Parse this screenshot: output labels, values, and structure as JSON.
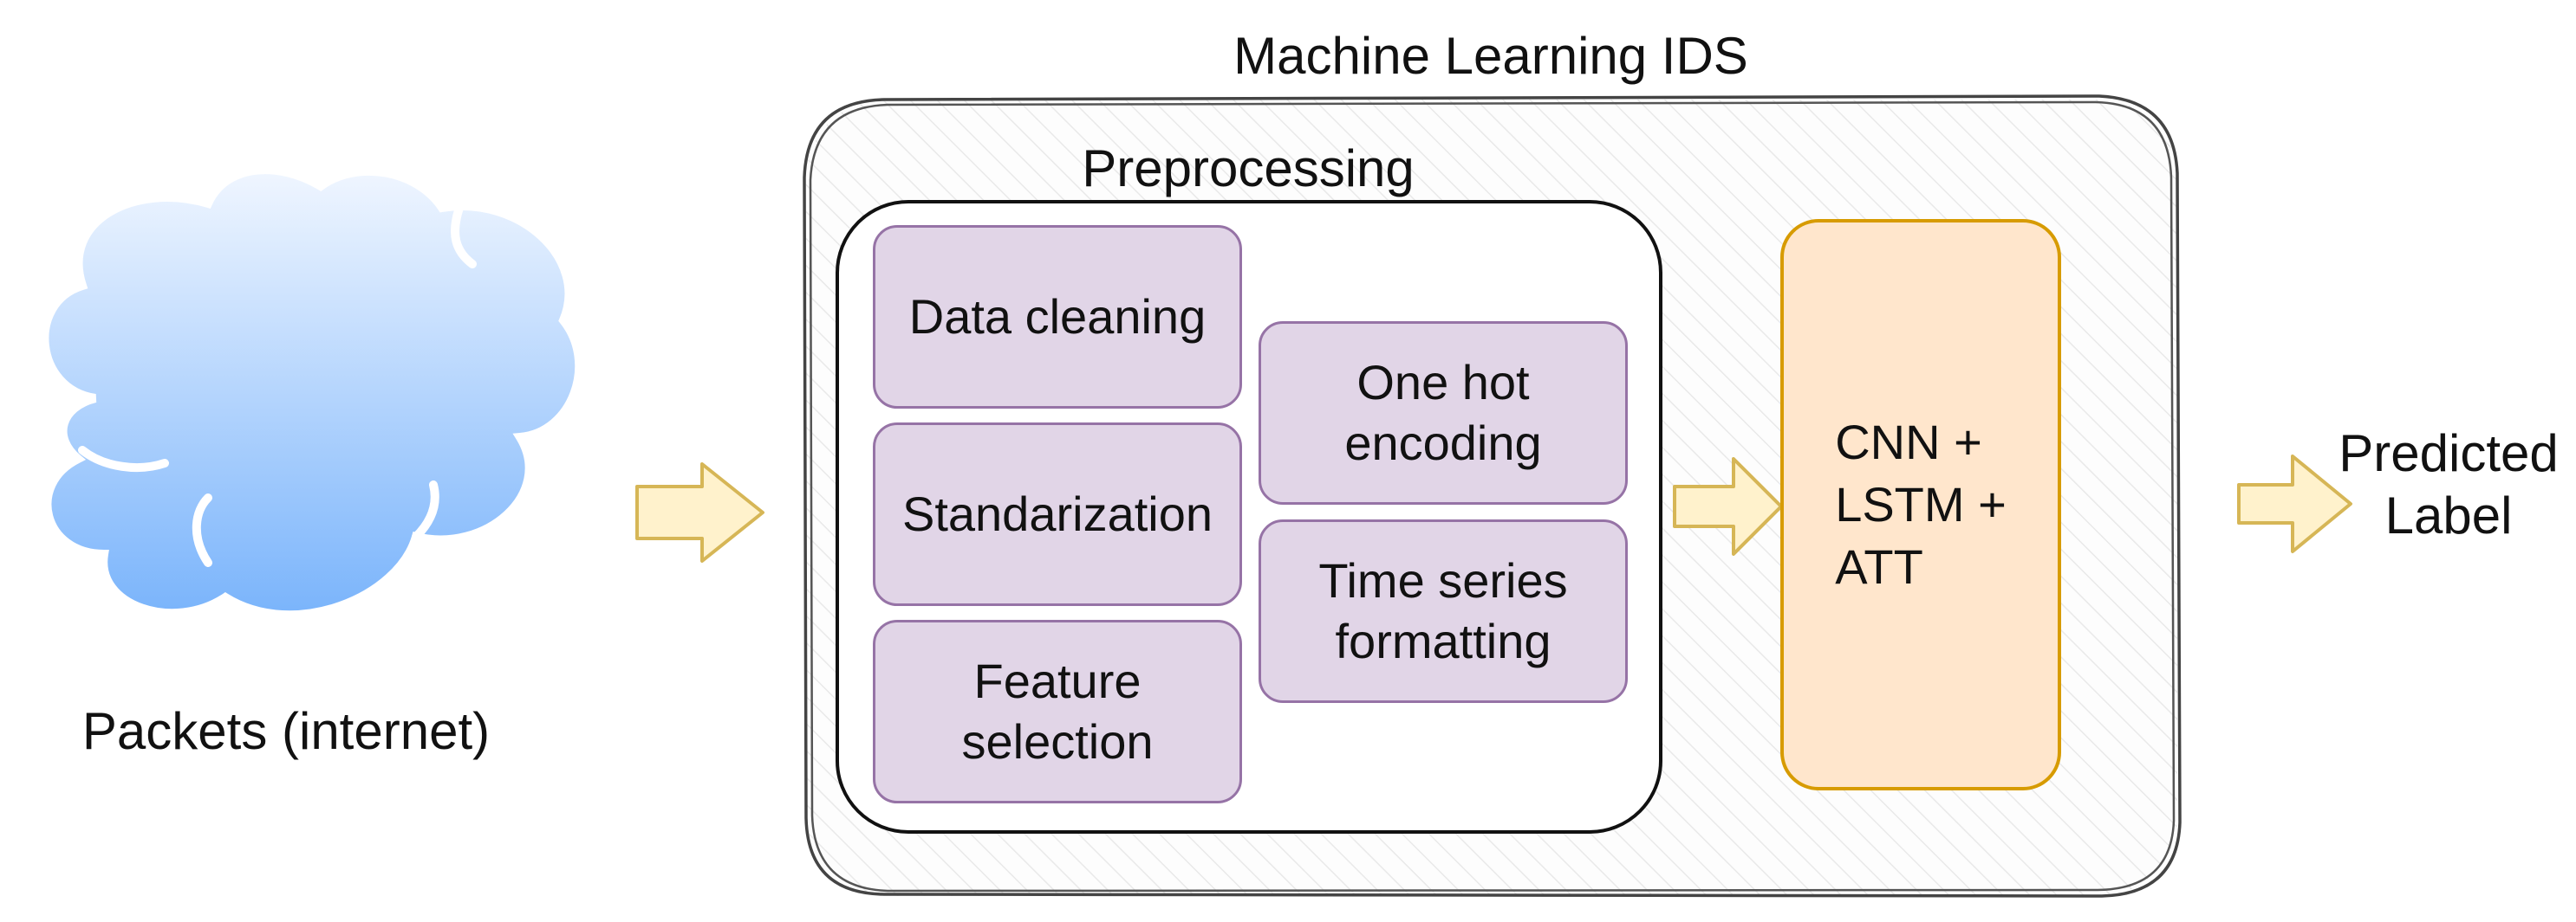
{
  "diagram": {
    "source": {
      "label": "Packets (internet)",
      "icon": "cloud-icon"
    },
    "system": {
      "title": "Machine Learning IDS",
      "preprocessing": {
        "title": "Preprocessing",
        "steps": [
          "Data cleaning",
          "Standarization",
          "Feature selection",
          "One hot encoding",
          "Time series formatting"
        ]
      },
      "model": {
        "label": "CNN +\nLSTM +\nATT"
      }
    },
    "output": {
      "label": "Predicted Label"
    },
    "colors": {
      "step_fill": "#e1d5e7",
      "step_border": "#9673a6",
      "model_fill": "#ffe6cc",
      "model_border": "#d79b00",
      "arrow_fill": "#fff2cc",
      "arrow_border": "#d6b656",
      "cloud_top": "#f0f6ff",
      "cloud_bottom": "#7ab4fb"
    }
  }
}
